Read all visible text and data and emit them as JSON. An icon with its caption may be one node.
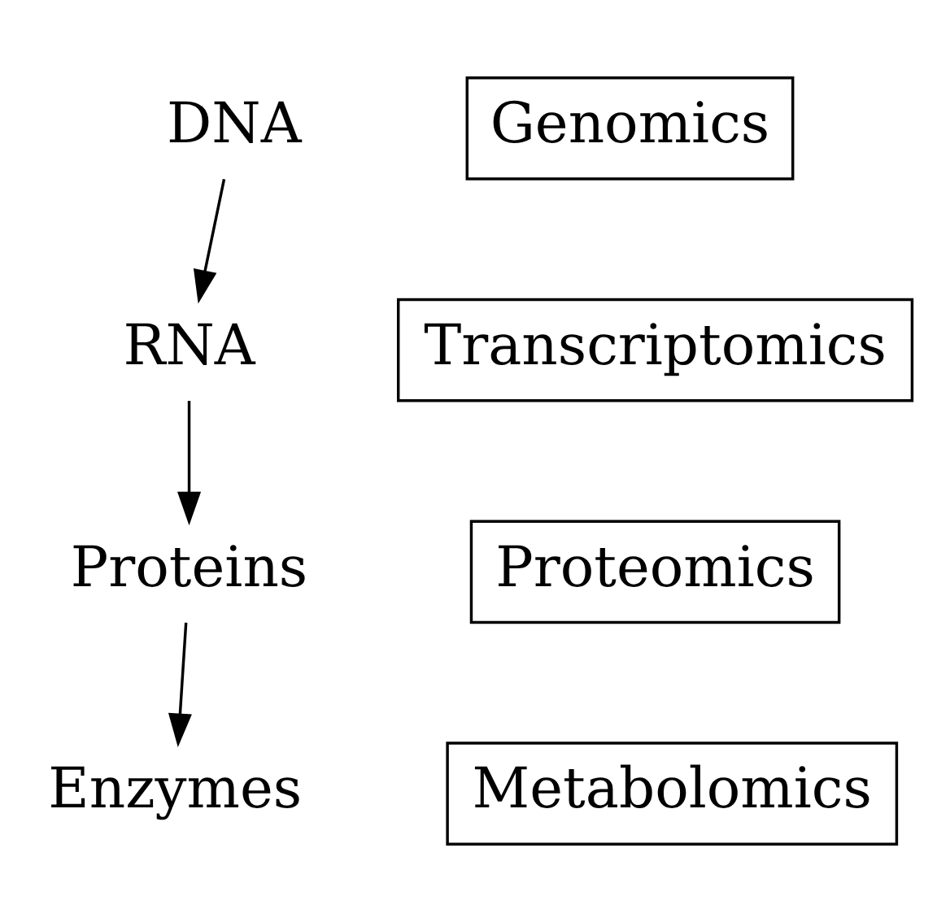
{
  "diagram": {
    "nodes": [
      {
        "text": [
          "DNA"
        ]
      },
      {
        "text": [
          "Genomics"
        ]
      },
      {
        "text": [
          "RNA"
        ]
      },
      {
        "text": [
          "Transcriptomics"
        ]
      },
      {
        "text": [
          "Proteins"
        ]
      },
      {
        "text": [
          "Proteomics"
        ]
      },
      {
        "text": [
          "Enzymes"
        ]
      },
      {
        "text": [
          "Metabolomics"
        ]
      }
    ],
    "edges": [
      {
        "from": 0,
        "to": 2,
        "arrow": "to"
      },
      {
        "from": 2,
        "to": 4,
        "arrow": "to"
      },
      {
        "from": 4,
        "to": 6,
        "arrow": "to"
      }
    ]
  }
}
